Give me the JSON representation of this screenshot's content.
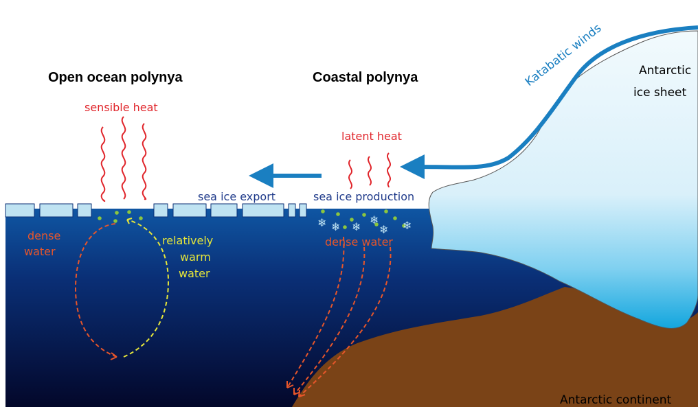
{
  "titles": {
    "open_ocean": "Open ocean polynya",
    "coastal": "Coastal polynya"
  },
  "labels": {
    "katabatic": "Katabatic winds",
    "ice_sheet_line1": "Antarctic",
    "ice_sheet_line2": "ice sheet",
    "sensible_heat": "sensible heat",
    "latent_heat": "latent heat",
    "sea_ice_export": "sea ice export",
    "sea_ice_production": "sea ice production",
    "dense_water_left_1": "dense",
    "dense_water_left_2": "water",
    "dense_water_right": "dense water",
    "warm_1": "relatively",
    "warm_2": "warm",
    "warm_3": "water",
    "continent": "Antarctic continent"
  },
  "colors": {
    "heat": "#e0252b",
    "dense": "#e8562a",
    "warm": "#e6e63a",
    "wind": "#1a7fc1",
    "navy_text": "#1f3a8a",
    "sea_ice": "#bfe3f2",
    "ocean_top": "#0f4f9c",
    "ocean_bottom": "#040a2e",
    "continent": "#7a4317",
    "ice_sheet": "#dff2fb",
    "nuclei": "#8cc63f"
  }
}
